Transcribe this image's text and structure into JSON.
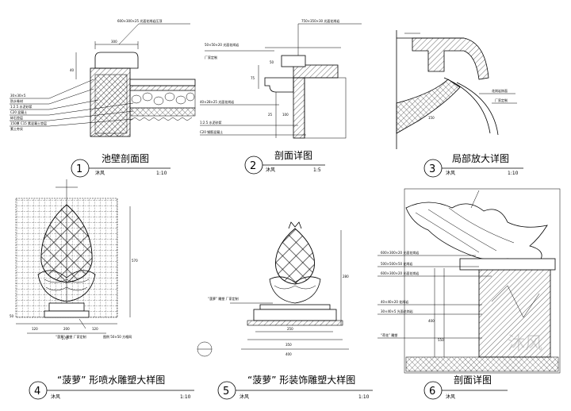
{
  "panels": [
    {
      "number": "1",
      "title": "池壁剖面图",
      "scale": "1:10",
      "labels": [
        "600×300×25 光面花岗岩压顶",
        "300",
        "40",
        "30×30×5",
        "防水卷材",
        "1:2.5 水泥砂浆",
        "C20 混凝土",
        "碎石垫层",
        "150厚 C15 素混凝土垫层",
        "素土夯实"
      ]
    },
    {
      "number": "2",
      "title": "剖面详图",
      "scale": "1:5",
      "labels": [
        "750×350×30 光面花岗岩",
        "50×50×20 光面花岗岩",
        "50",
        "75",
        "25",
        "100",
        "40×28×25 光面花岗岩",
        "1:2.5 水泥砂浆",
        "C20 钢筋混凝土",
        "厂家定制"
      ]
    },
    {
      "number": "3",
      "title": "局部放大详图",
      "scale": "1:10",
      "labels": [
        "花岗岩饰面",
        "厂家定制",
        "150"
      ]
    },
    {
      "number": "4",
      "title": "“菠萝” 形喷水雕塑大样图",
      "scale": "1:10",
      "labels": [
        "570",
        "120",
        "200",
        "270",
        "50",
        "“菠萝” 雕塑 厂家定制",
        "图例 50×50 方格网"
      ]
    },
    {
      "number": "5",
      "title": "“菠萝” 形装饰雕塑大样图",
      "scale": "1:10",
      "labels": [
        "“菠萝” 雕塑 厂家定制",
        "280",
        "250",
        "350",
        "400"
      ]
    },
    {
      "number": "6",
      "title": "剖面详图",
      "scale": "",
      "labels": [
        "“荷花” 雕塑",
        "600×300×20 光面花岗岩",
        "500×500×50 花岗岩",
        "600×300×20 光面花岗岩",
        "40×40×20 花岗岩",
        "30×40×5 光面花岗岩",
        "400",
        "550"
      ]
    }
  ],
  "watermark": "沐风"
}
